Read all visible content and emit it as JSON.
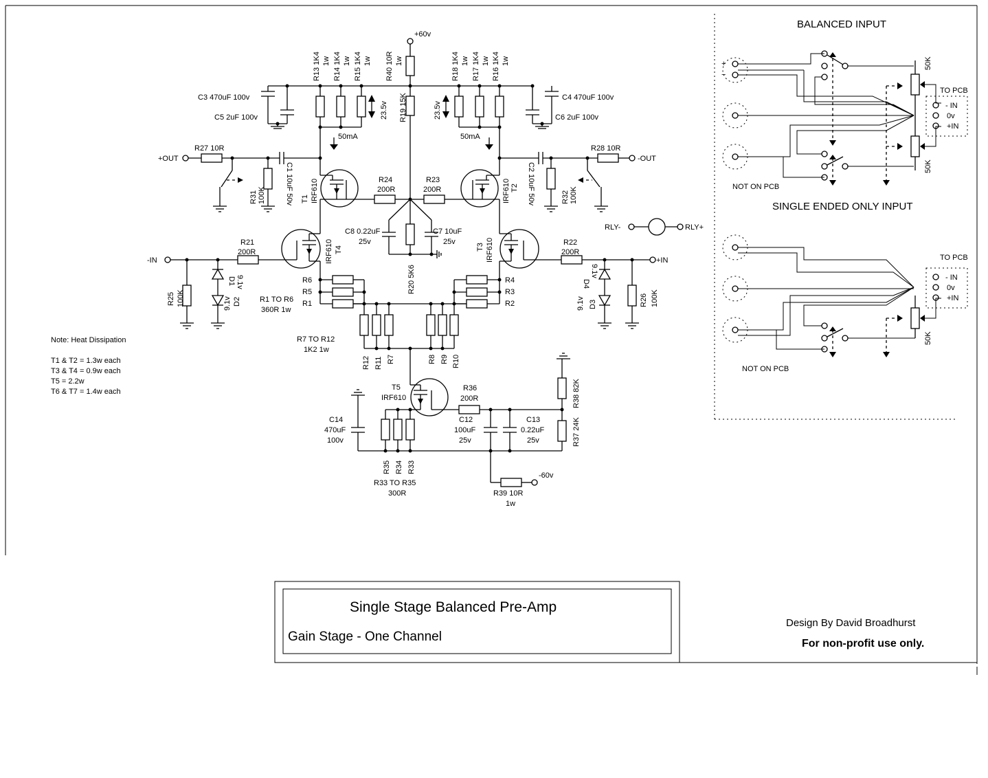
{
  "title_block": {
    "title": "Single Stage Balanced Pre-Amp",
    "subtitle": "Gain Stage - One Channel",
    "designer": "Design By David Broadhurst",
    "license": "For non-profit use only."
  },
  "rails": {
    "positive": "+60v",
    "negative": "-60v"
  },
  "terminals": {
    "out_pos": "+OUT",
    "out_neg": "-OUT",
    "in_neg": "-IN",
    "in_pos": "+IN",
    "rly_neg": "RLY-",
    "rly_pos": "RLY+"
  },
  "transistors": {
    "T1": {
      "name": "T1",
      "part": "IRF610"
    },
    "T2": {
      "name": "T2",
      "part": "IRF610"
    },
    "T3": {
      "name": "T3",
      "part": "IRF610"
    },
    "T4": {
      "name": "T4",
      "part": "IRF610"
    },
    "T5": {
      "name": "T5",
      "part": "IRF610"
    }
  },
  "resistors": {
    "R13": "R13 1K4",
    "R14": "R14 1K4",
    "R15": "R15 1K4",
    "R18": "R18 1K4",
    "R17": "R17 1K4",
    "R16": "R16 1K4",
    "R40": "R40 10R",
    "R19": "R19 15K",
    "R27": "R27 10R",
    "R28": "R28 10R",
    "R31": "R31",
    "R31v": "100K",
    "R32": "R32",
    "R32v": "100K",
    "R24": "R24",
    "R24v": "200R",
    "R23": "R23",
    "R23v": "200R",
    "R21": "R21",
    "R21v": "200R",
    "R22": "R22",
    "R22v": "200R",
    "R25": "R25",
    "R25v": "100K",
    "R26": "R26",
    "R26v": "100K",
    "R20": "R20 5K6",
    "R1": "R1",
    "R2": "R2",
    "R3": "R3",
    "R4": "R4",
    "R5": "R5",
    "R6": "R6",
    "R7": "R7",
    "R8": "R8",
    "R9": "R9",
    "R10": "R10",
    "R11": "R11",
    "R12": "R12",
    "R33": "R33",
    "R34": "R34",
    "R35": "R35",
    "R36": "R36",
    "R36v": "200R",
    "R37": "R37 24K",
    "R38": "R38 82K",
    "R39": "R39 10R",
    "watt": "1w"
  },
  "capacitors": {
    "C1": "C1 10uF 50v",
    "C2": "C2 10uF 50v",
    "C3": "C3 470uF 100v",
    "C4": "C4 470uF 100v",
    "C5": "C5 2uF 100v",
    "C6": "C6 2uF 100v",
    "C7a": "C7 10uF",
    "C7b": "25v",
    "C8a": "C8 0.22uF",
    "C8b": "25v",
    "C12a": "C12",
    "C12b": "100uF",
    "C12c": "25v",
    "C13a": "C13",
    "C13b": "0.22uF",
    "C13c": "25v",
    "C14a": "C14",
    "C14b": "470uF",
    "C14c": "100v"
  },
  "diodes": {
    "D1": "D1",
    "D2": "D2",
    "D3": "D3",
    "D4": "D4",
    "zener": "9.1v"
  },
  "group_labels": {
    "r1_r6": "R1 TO R6",
    "r1_r6_val": "360R 1w",
    "r7_r12": "R7 TO R12",
    "r7_r12_val": "1K2 1w",
    "r33_r35": "R33 TO R35",
    "r33_r35_val": "300R"
  },
  "measurements": {
    "voltage": "23.5v",
    "current": "50mA"
  },
  "notes": {
    "heading": "Note: Heat Dissipation",
    "lines": [
      "T1 & T2 = 1.3w each",
      "T3 & T4 = 0.9w each",
      "T5 = 2.2w",
      "T6 & T7 = 1.4w each"
    ]
  },
  "input_section": {
    "balanced_title": "BALANCED INPUT",
    "single_title": "SINGLE ENDED ONLY INPUT",
    "to_pcb": "TO PCB",
    "pins": [
      "- IN",
      "0v",
      "+IN"
    ],
    "pot": "50K",
    "not_on_pcb": "NOT ON PCB"
  }
}
